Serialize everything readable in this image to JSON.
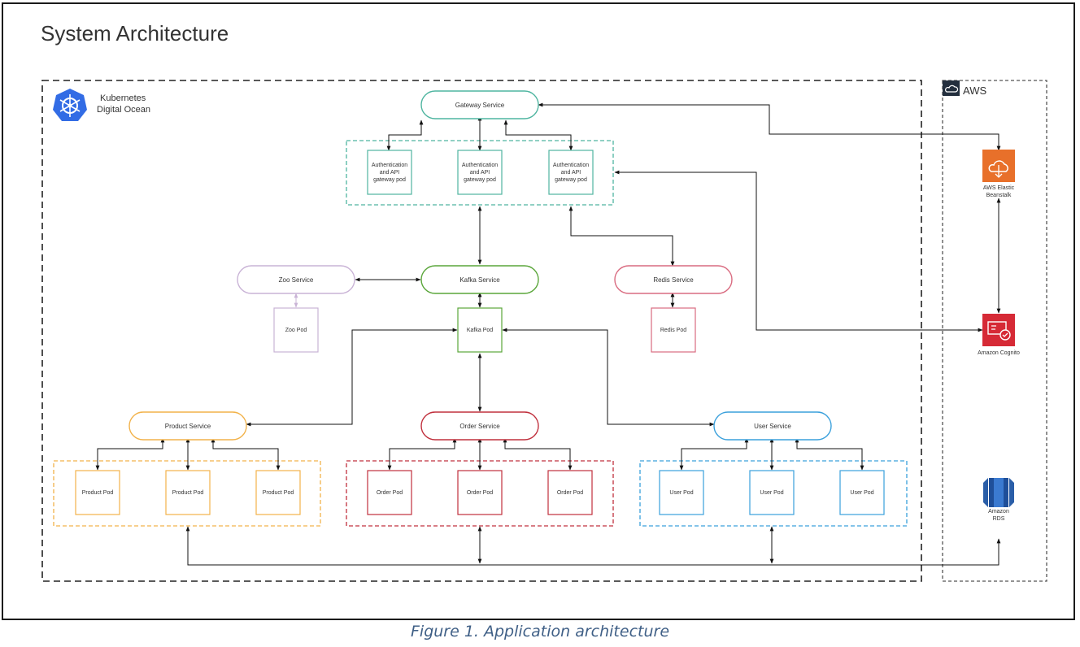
{
  "title": "System Architecture",
  "caption": "Figure 1. Application architecture",
  "groups": {
    "kubernetes": {
      "line1": "Kubernetes",
      "line2": "Digital Ocean"
    },
    "aws": {
      "label": "AWS"
    }
  },
  "services": {
    "gateway": "Gateway Service",
    "zoo": "Zoo Service",
    "kafka": "Kafka Service",
    "redis": "Redis Service",
    "product": "Product Service",
    "order": "Order Service",
    "user": "User Service"
  },
  "pods": {
    "auth_line1": "Authentication",
    "auth_line2": "and API",
    "auth_line3": "gateway pod",
    "zoo": "Zoo Pod",
    "kafka": "Kafka Pod",
    "redis": "Redis Pod",
    "product": "Product Pod",
    "order": "Order Pod",
    "user": "User Pod"
  },
  "aws_services": {
    "beanstalk_line1": "AWS Elastic",
    "beanstalk_line2": "Beanstalk",
    "cognito": "Amazon Cognito",
    "rds_line1": "Amazon",
    "rds_line2": "RDS"
  },
  "colors": {
    "gateway": "#4fb5a0",
    "zoo": "#c9b3d6",
    "kafka": "#5aa63a",
    "redis": "#d96b80",
    "product": "#f2b24a",
    "order": "#c0303d",
    "user": "#3aa0dc",
    "beanstalk": "#e8702a",
    "cognito": "#d62a36",
    "rds": "#2a5ea8",
    "kubernetes": "#326ce5"
  }
}
